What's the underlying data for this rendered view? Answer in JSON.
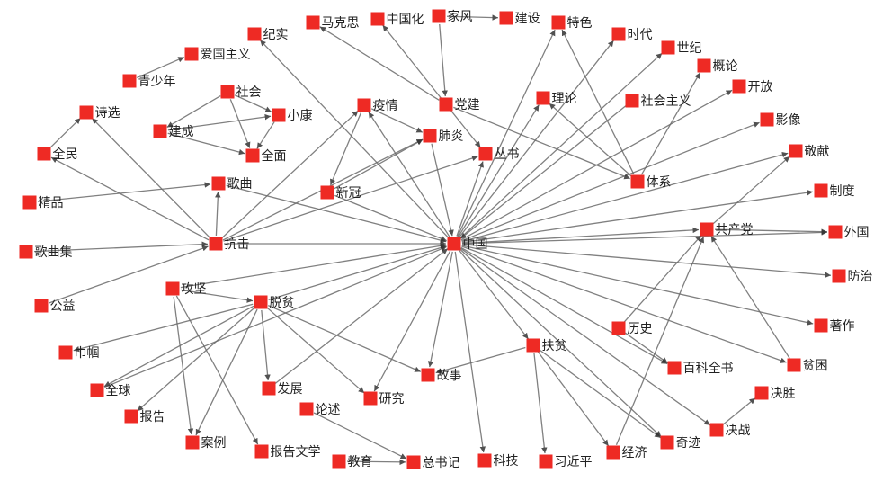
{
  "colors": {
    "node": "#ee2a24",
    "edge": "#666666",
    "label": "#222222"
  },
  "nodes": [
    {
      "id": "zhongguo",
      "label": "中国"
    },
    {
      "id": "jishi",
      "label": "纪实"
    },
    {
      "id": "makesi",
      "label": "马克思"
    },
    {
      "id": "zhongguohua",
      "label": "中国化"
    },
    {
      "id": "jiafeng",
      "label": "家风"
    },
    {
      "id": "jianshe",
      "label": "建设"
    },
    {
      "id": "tese",
      "label": "特色"
    },
    {
      "id": "shidai",
      "label": "时代"
    },
    {
      "id": "shiji",
      "label": "世纪"
    },
    {
      "id": "gailun",
      "label": "概论"
    },
    {
      "id": "kaifang",
      "label": "开放"
    },
    {
      "id": "yingxiang",
      "label": "影像"
    },
    {
      "id": "jingxian",
      "label": "敬献"
    },
    {
      "id": "zhidu",
      "label": "制度"
    },
    {
      "id": "gongchandang",
      "label": "共产党"
    },
    {
      "id": "waiguo",
      "label": "外国"
    },
    {
      "id": "fangzhi",
      "label": "防治"
    },
    {
      "id": "zhuzuo",
      "label": "著作"
    },
    {
      "id": "pinkun",
      "label": "贫困"
    },
    {
      "id": "juesheng",
      "label": "决胜"
    },
    {
      "id": "juezhan",
      "label": "决战"
    },
    {
      "id": "qiji",
      "label": "奇迹"
    },
    {
      "id": "jingji",
      "label": "经济"
    },
    {
      "id": "xijinping",
      "label": "习近平"
    },
    {
      "id": "keji",
      "label": "科技"
    },
    {
      "id": "zongshuji",
      "label": "总书记"
    },
    {
      "id": "jiaoyu",
      "label": "教育"
    },
    {
      "id": "lunshu",
      "label": "论述"
    },
    {
      "id": "baogaowenxue",
      "label": "报告文学"
    },
    {
      "id": "anli",
      "label": "案例"
    },
    {
      "id": "baogao",
      "label": "报告"
    },
    {
      "id": "quanqiu",
      "label": "全球"
    },
    {
      "id": "jinguo",
      "label": "巾帼"
    },
    {
      "id": "gongyi",
      "label": "公益"
    },
    {
      "id": "gongjian",
      "label": "攻坚"
    },
    {
      "id": "tuopin",
      "label": "脱贫"
    },
    {
      "id": "fazhan",
      "label": "发展"
    },
    {
      "id": "yanjiu",
      "label": "研究"
    },
    {
      "id": "gushi",
      "label": "故事"
    },
    {
      "id": "fupin",
      "label": "扶贫"
    },
    {
      "id": "lishi",
      "label": "历史"
    },
    {
      "id": "baikequanshu",
      "label": "百科全书"
    },
    {
      "id": "gequji",
      "label": "歌曲集"
    },
    {
      "id": "kangji",
      "label": "抗击"
    },
    {
      "id": "jingpin",
      "label": "精品"
    },
    {
      "id": "gequ",
      "label": "歌曲"
    },
    {
      "id": "xinguan",
      "label": "新冠"
    },
    {
      "id": "congshu",
      "label": "丛书"
    },
    {
      "id": "tixi",
      "label": "体系"
    },
    {
      "id": "quanmin",
      "label": "全民"
    },
    {
      "id": "shixuan",
      "label": "诗选"
    },
    {
      "id": "jiancheng",
      "label": "建成"
    },
    {
      "id": "shehui",
      "label": "社会"
    },
    {
      "id": "xiaokang",
      "label": "小康"
    },
    {
      "id": "quanmian",
      "label": "全面"
    },
    {
      "id": "yiqing",
      "label": "疫情"
    },
    {
      "id": "feiyan",
      "label": "肺炎"
    },
    {
      "id": "dangjian",
      "label": "党建"
    },
    {
      "id": "lilun",
      "label": "理论"
    },
    {
      "id": "shehuizhuyi",
      "label": "社会主义"
    },
    {
      "id": "qingshaonian",
      "label": "青少年"
    },
    {
      "id": "aiguozhuyi",
      "label": "爱国主义"
    }
  ],
  "edges": [
    [
      "zhongguo",
      "tese"
    ],
    [
      "zhongguo",
      "shidai"
    ],
    [
      "zhongguo",
      "shiji"
    ],
    [
      "zhongguo",
      "kaifang"
    ],
    [
      "zhongguo",
      "yingxiang"
    ],
    [
      "zhongguo",
      "jingxian"
    ],
    [
      "zhongguo",
      "zhidu"
    ],
    [
      "zhongguo",
      "gongchandang"
    ],
    [
      "zhongguo",
      "waiguo"
    ],
    [
      "zhongguo",
      "fangzhi"
    ],
    [
      "zhongguo",
      "zhuzuo"
    ],
    [
      "zhongguo",
      "pinkun"
    ],
    [
      "zhongguo",
      "juezhan"
    ],
    [
      "zhongguo",
      "qiji"
    ],
    [
      "zhongguo",
      "fupin"
    ],
    [
      "zhongguo",
      "keji"
    ],
    [
      "zhongguo",
      "gushi"
    ],
    [
      "zhongguo",
      "congshu"
    ],
    [
      "zhongguo",
      "yanjiu"
    ],
    [
      "zhongguo",
      "yiqing"
    ],
    [
      "zhongguo",
      "jishi"
    ],
    [
      "zhongguo",
      "lilun"
    ],
    [
      "zhongguo",
      "baikequanshu"
    ],
    [
      "feiyan",
      "zhongguo"
    ],
    [
      "gequ",
      "zhongguo"
    ],
    [
      "xinguan",
      "zhongguo"
    ],
    [
      "kangji",
      "zhongguo"
    ],
    [
      "gongjian",
      "zhongguo"
    ],
    [
      "tuopin",
      "zhongguo"
    ],
    [
      "quanqiu",
      "zhongguo"
    ],
    [
      "fazhan",
      "zhongguo"
    ],
    [
      "shehuizhuyi",
      "zhongguo"
    ],
    [
      "jiafeng",
      "jianshe"
    ],
    [
      "jiafeng",
      "dangjian"
    ],
    [
      "dangjian",
      "congshu"
    ],
    [
      "dangjian",
      "tixi"
    ],
    [
      "dangjian",
      "makesi"
    ],
    [
      "dangjian",
      "zhongguohua"
    ],
    [
      "tixi",
      "tese"
    ],
    [
      "tixi",
      "lilun"
    ],
    [
      "tixi",
      "gailun"
    ],
    [
      "qingshaonian",
      "aiguozhuyi"
    ],
    [
      "shehui",
      "jiancheng"
    ],
    [
      "shehui",
      "quanmian"
    ],
    [
      "shehui",
      "xiaokang"
    ],
    [
      "jiancheng",
      "xiaokang"
    ],
    [
      "jiancheng",
      "quanmian"
    ],
    [
      "xiaokang",
      "quanmian"
    ],
    [
      "quanmin",
      "shixuan"
    ],
    [
      "kangji",
      "shixuan"
    ],
    [
      "kangji",
      "quanmin"
    ],
    [
      "jingpin",
      "gequ"
    ],
    [
      "kangji",
      "gequ"
    ],
    [
      "gequji",
      "kangji"
    ],
    [
      "gongyi",
      "kangji"
    ],
    [
      "kangji",
      "yiqing"
    ],
    [
      "kangji",
      "feiyan"
    ],
    [
      "kangji",
      "congshu"
    ],
    [
      "yiqing",
      "xinguan"
    ],
    [
      "yiqing",
      "feiyan"
    ],
    [
      "xinguan",
      "feiyan"
    ],
    [
      "gongjian",
      "tuopin"
    ],
    [
      "gongjian",
      "anli"
    ],
    [
      "gongjian",
      "baogaowenxue"
    ],
    [
      "tuopin",
      "jinguo"
    ],
    [
      "tuopin",
      "quanqiu"
    ],
    [
      "tuopin",
      "baogao"
    ],
    [
      "tuopin",
      "anli"
    ],
    [
      "tuopin",
      "fazhan"
    ],
    [
      "tuopin",
      "yanjiu"
    ],
    [
      "tuopin",
      "gushi"
    ],
    [
      "fupin",
      "gushi"
    ],
    [
      "fupin",
      "xijinping"
    ],
    [
      "fupin",
      "jingji"
    ],
    [
      "fupin",
      "qiji"
    ],
    [
      "juezhan",
      "juesheng"
    ],
    [
      "jingji",
      "gongchandang"
    ],
    [
      "lishi",
      "gongchandang"
    ],
    [
      "lishi",
      "baikequanshu"
    ],
    [
      "pinkun",
      "gongchandang"
    ],
    [
      "gongchandang",
      "waiguo"
    ],
    [
      "gongchandang",
      "jingxian"
    ],
    [
      "lunshu",
      "zongshuji"
    ],
    [
      "jiaoyu",
      "zongshuji"
    ]
  ]
}
